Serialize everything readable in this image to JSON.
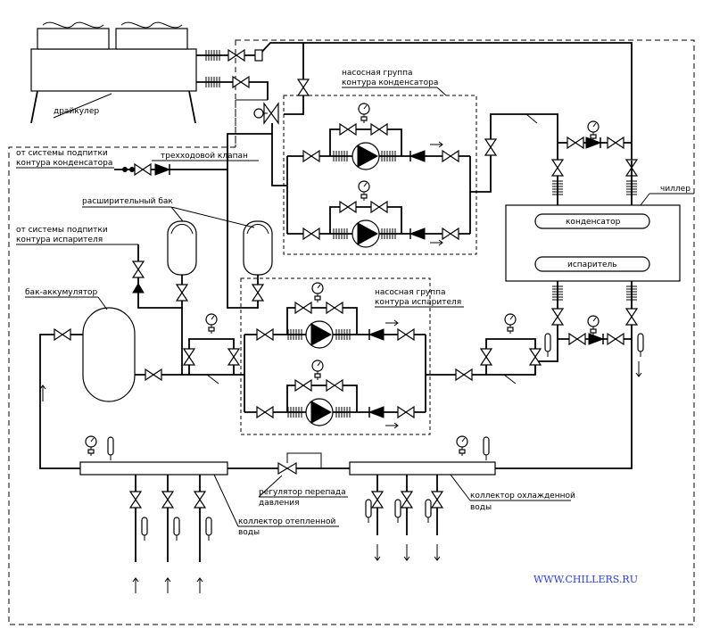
{
  "labels": {
    "drycooler": "драйкулер",
    "pump_group_condenser_1": "насосная группа",
    "pump_group_condenser_2": "контура конденсатора",
    "from_condenser_makeup_1": "от системы подпитки",
    "from_condenser_makeup_2": "контура конденсатора",
    "three_way_valve": "трехходовой клапан",
    "expansion_tank": "расширительный бак",
    "from_evaporator_makeup_1": "от системы подпитки",
    "from_evaporator_makeup_2": "контура испарителя",
    "chiller": "чиллер",
    "condenser": "конденсатор",
    "evaporator": "испаритель",
    "accumulator_tank": "бак-аккумулятор",
    "pump_group_evaporator_1": "насосная группа",
    "pump_group_evaporator_2": "контура испарителя",
    "pressure_regulator_1": "регулятор перепада",
    "pressure_regulator_2": "давления",
    "heated_collector_1": "коллектор отепленной",
    "heated_collector_2": "воды",
    "chilled_collector_1": "коллектор охлажденной",
    "chilled_collector_2": "воды",
    "website": "WWW.CHILLERS.RU"
  }
}
